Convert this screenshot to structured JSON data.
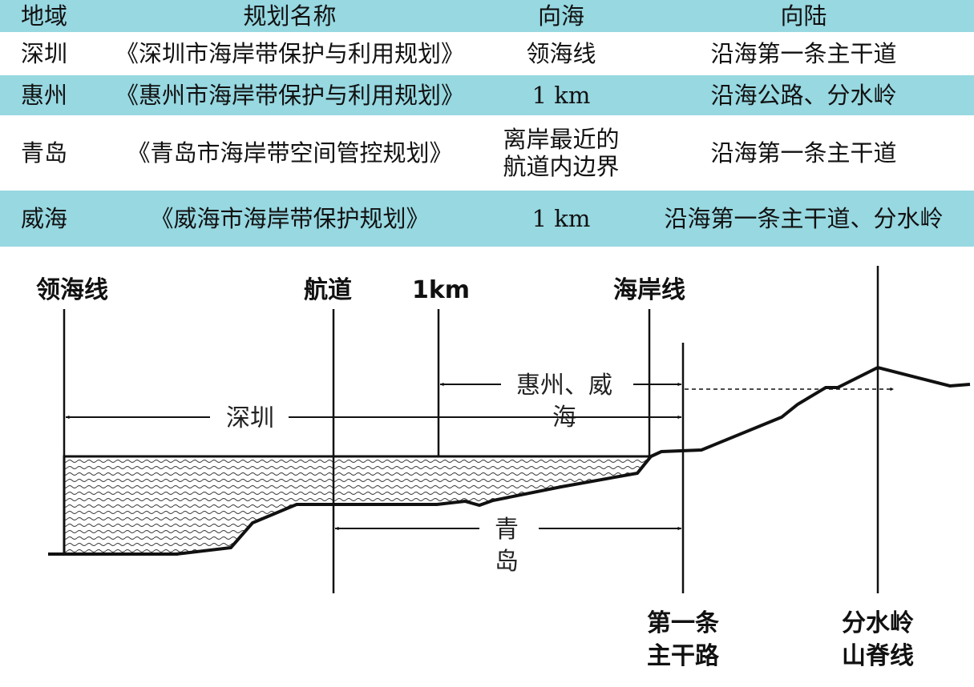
{
  "table": {
    "headers": [
      "地域",
      "规划名称",
      "向海",
      "向陆"
    ],
    "rows": [
      {
        "region": "深圳",
        "plan": "《深圳市海岸带保护与利用规划》",
        "sea_lines": [
          "领海线"
        ],
        "land": "沿海第一条主干道"
      },
      {
        "region": "惠州",
        "plan": "《惠州市海岸带保护与利用规划》",
        "sea_lines": [
          "1 km"
        ],
        "land": "沿海公路、分水岭"
      },
      {
        "region": "青岛",
        "plan": "《青岛市海岸带空间管控规划》",
        "sea_lines": [
          "离岸最近的",
          "航道内边界"
        ],
        "land": "沿海第一条主干道"
      },
      {
        "region": "威海",
        "plan": "《威海市海岸带保护规划》",
        "sea_lines": [
          "1 km"
        ],
        "land": "沿海第一条主干道、分水岭"
      }
    ]
  },
  "diagram": {
    "top_labels": {
      "territorial_sea": "领海线",
      "channel": "航道",
      "one_km": "1km",
      "coastline": "海岸线"
    },
    "bottom_labels": {
      "road": [
        "第一条",
        "主干路"
      ],
      "ridge": [
        "分水岭",
        "山脊线"
      ]
    },
    "spans": {
      "huizhou_weihai": [
        "惠州、威",
        "海"
      ],
      "shenzhen": "深圳",
      "qingdao": [
        "青",
        "岛"
      ]
    }
  }
}
